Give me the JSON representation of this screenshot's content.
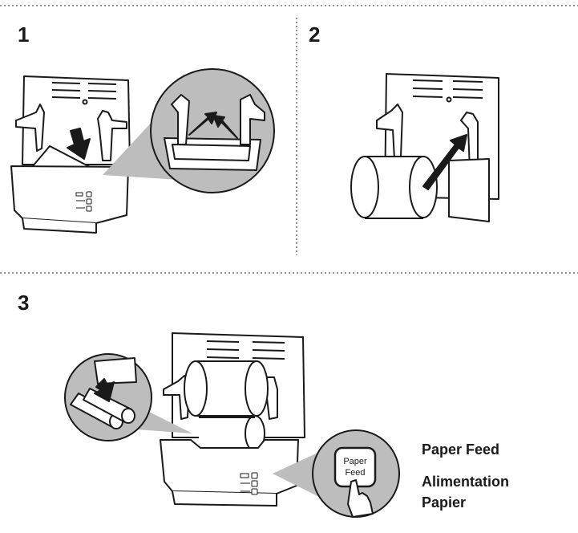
{
  "steps": [
    {
      "number": "1"
    },
    {
      "number": "2"
    },
    {
      "number": "3"
    }
  ],
  "button": {
    "line1": "Paper",
    "line2": "Feed"
  },
  "captions": {
    "english": "Paper Feed",
    "french_line1": "Alimentation",
    "french_line2": "Papier"
  },
  "colors": {
    "line": "#1a1a1a",
    "gray": "#bdbdbd",
    "paper": "#ffffff",
    "divider": "#555555"
  },
  "icons": [
    "arrow-down-icon",
    "arrow-up-icon",
    "hand-pointer-icon",
    "magnifier-callout-icon"
  ]
}
